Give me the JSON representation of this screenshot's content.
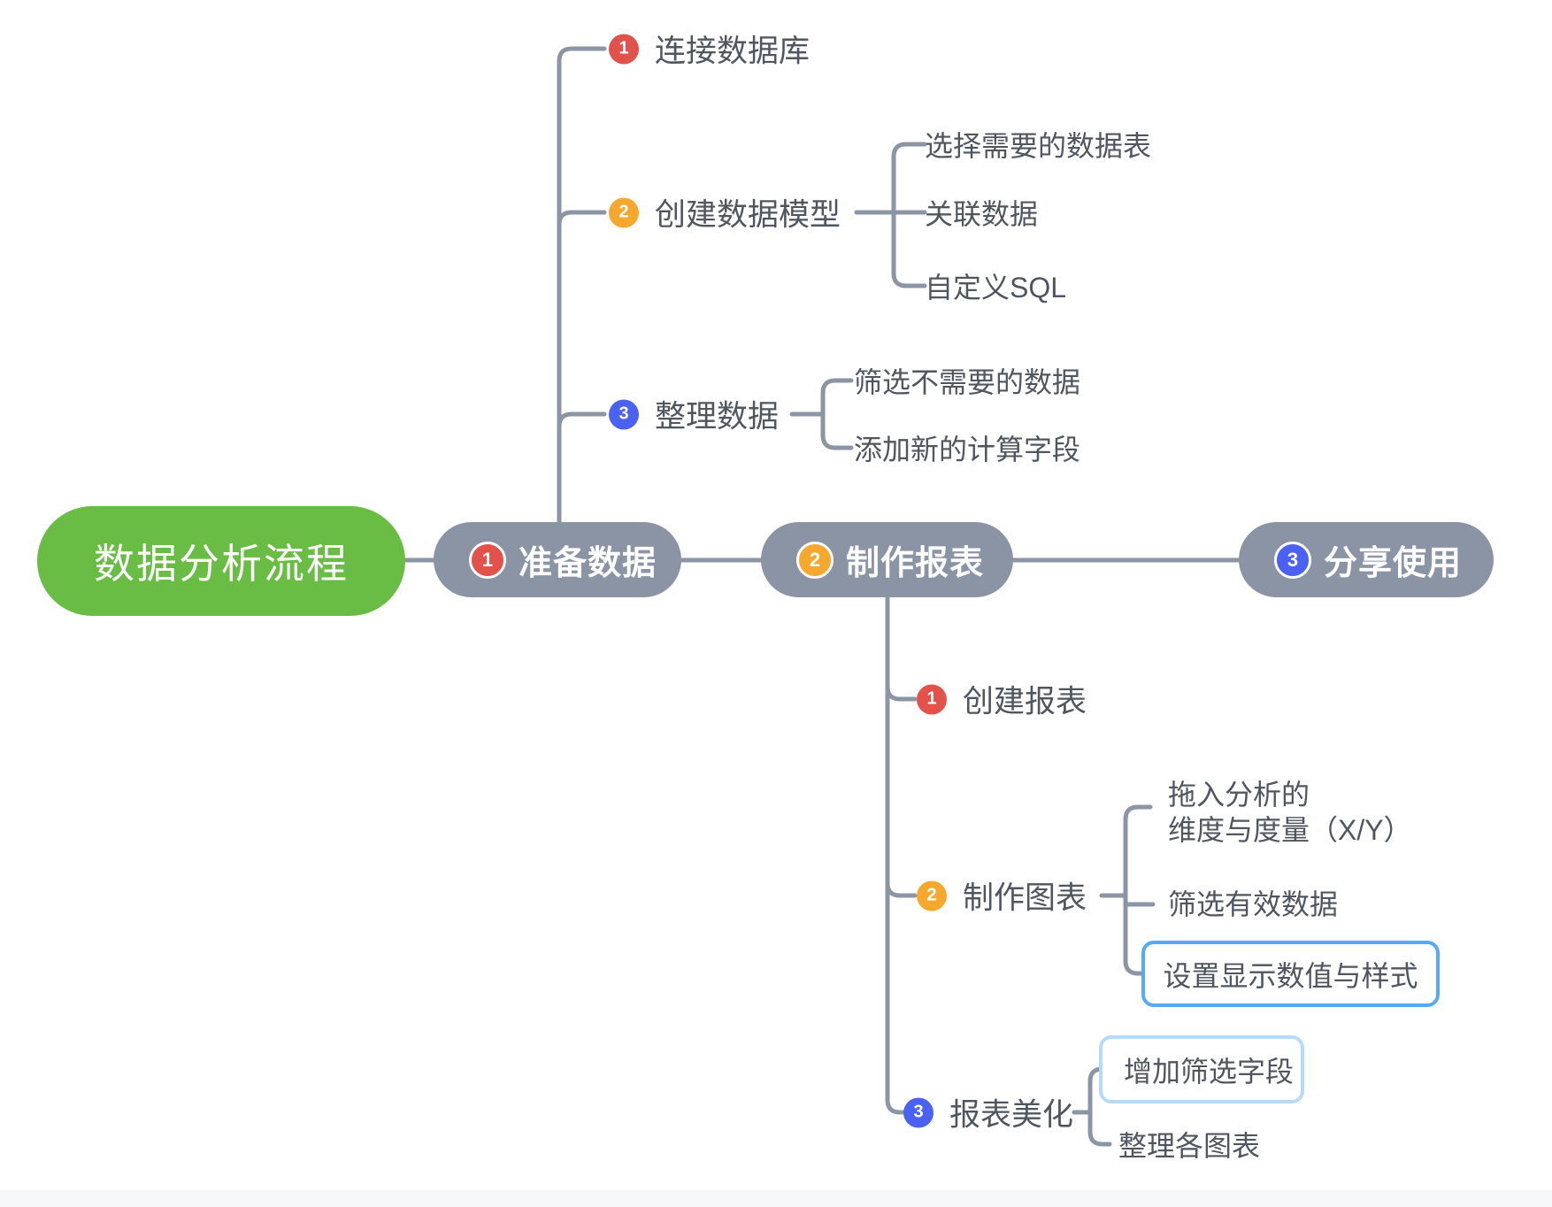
{
  "colors": {
    "root_green": "#6ABD44",
    "node_gray": "#8A94A4",
    "line_gray": "#8C95A4",
    "badge_red": "#E2514A",
    "badge_orange": "#F5A72E",
    "badge_blue": "#4A61F2",
    "box_blue_border": "#55A9F5",
    "box_lightblue_border": "#B5DBF8",
    "topic_text": "#50565F"
  },
  "root": {
    "label": "数据分析流程"
  },
  "branches": [
    {
      "badge": "1",
      "label": "准备数据",
      "children": [
        {
          "badge": "1",
          "label": "连接数据库",
          "children": []
        },
        {
          "badge": "2",
          "label": "创建数据模型",
          "children": [
            {
              "label": "选择需要的数据表"
            },
            {
              "label": "关联数据"
            },
            {
              "label": "自定义SQL"
            }
          ]
        },
        {
          "badge": "3",
          "label": "整理数据",
          "children": [
            {
              "label": "筛选不需要的数据"
            },
            {
              "label": "添加新的计算字段"
            }
          ]
        }
      ]
    },
    {
      "badge": "2",
      "label": "制作报表",
      "children": [
        {
          "badge": "1",
          "label": "创建报表",
          "children": []
        },
        {
          "badge": "2",
          "label": "制作图表",
          "children": [
            {
              "line1": "拖入分析的",
              "line2": "维度与度量（X/Y）"
            },
            {
              "label": "筛选有效数据"
            },
            {
              "label": "设置显示数值与样式",
              "boxed": "blue"
            }
          ]
        },
        {
          "badge": "3",
          "label": "报表美化",
          "children": [
            {
              "label": "增加筛选字段",
              "boxed": "light-blue"
            },
            {
              "label": "整理各图表"
            }
          ]
        }
      ]
    },
    {
      "badge": "3",
      "label": "分享使用",
      "children": []
    }
  ]
}
